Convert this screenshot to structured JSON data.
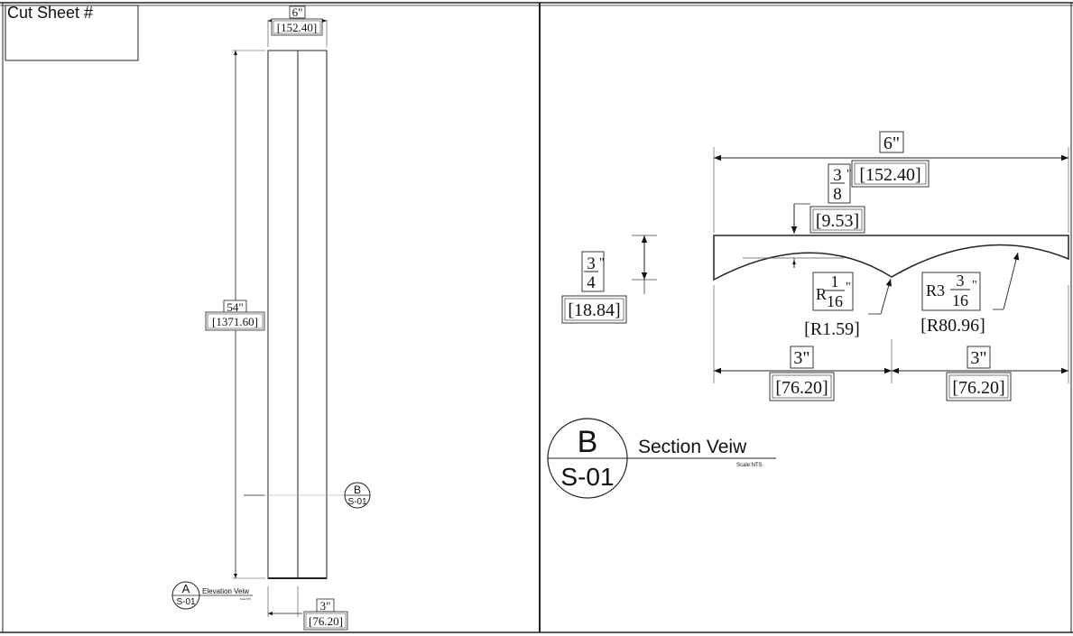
{
  "title_block": {
    "label": "Cut Sheet #"
  },
  "elevation": {
    "top_width": {
      "imperial": "6\"",
      "metric": "[152.40]"
    },
    "height": {
      "imperial": "54\"",
      "metric": "[1371.60]"
    },
    "bottom_width": {
      "imperial": "3\"",
      "metric": "[76.20]"
    },
    "section_marker": {
      "letter": "B",
      "sheet": "S-01"
    },
    "view_marker": {
      "letter": "A",
      "sheet": "S-01",
      "title": "Elevation Veiw",
      "scale": "Scale:NTS"
    }
  },
  "section": {
    "overall_width": {
      "imperial": "6\"",
      "metric": "[152.40]"
    },
    "reveal_depth": {
      "numerator": "3",
      "denominator": "8",
      "inch": "\"",
      "metric": "[9.53]"
    },
    "thickness": {
      "numerator": "3",
      "denominator": "4",
      "inch": "\"",
      "metric": "[18.84]"
    },
    "radius_small": {
      "prefix": "R",
      "numerator": "1",
      "denominator": "16",
      "inch": "\"",
      "metric": "[R1.59]"
    },
    "radius_large": {
      "prefix": "R3",
      "numerator": "3",
      "denominator": "16",
      "inch": "\"",
      "metric": "[R80.96]"
    },
    "left_half": {
      "imperial": "3\"",
      "metric": "[76.20]"
    },
    "right_half": {
      "imperial": "3\"",
      "metric": "[76.20]"
    },
    "view_marker": {
      "letter": "B",
      "sheet": "S-01",
      "title": "Section Veiw",
      "scale": "Scale:NTS"
    }
  }
}
